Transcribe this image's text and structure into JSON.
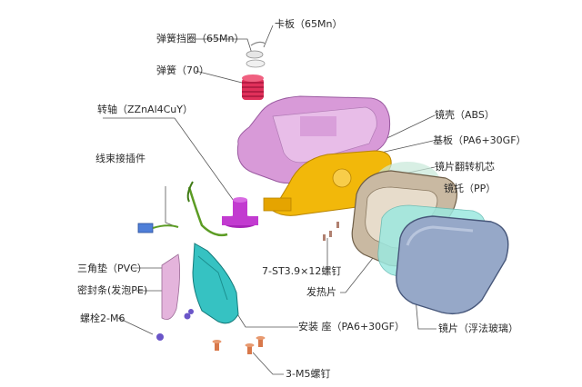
{
  "labels": {
    "spring_washer": "弹簧挡圈（65Mn）",
    "clip_plate": "卡板（65Mn）",
    "spring": "弹簧（70）",
    "shaft": "转轴（ZZnAl4CuY）",
    "mirror_shell": "镜壳（ABS）",
    "base_plate": "基板（PA6+30GF）",
    "mirror_flip_core": "镜片翻转机芯",
    "harness_plug": "线束接插件",
    "mirror_holder": "镜托（PP）",
    "screw_st": "7-ST3.9×12螺钉",
    "heater_pad": "发热片",
    "triangle_pad": "三角垫（PVC）",
    "seal_strip": "密封条(发泡PE)",
    "bolt": "螺栓2-M6",
    "mount_base": "安装 座（PA6+30GF）",
    "mirror_glass": "镜片（浮法玻璃）",
    "screw_m5": "3-M5螺钉"
  },
  "colors": {
    "shell": "#d89ad8",
    "shaft": "#c23bd0",
    "spring": "#e0305a",
    "base": "#f2b80a",
    "mount": "#36c2c2",
    "glass": "#96a8c8",
    "heater": "#9ce8e0",
    "holder": "#c9b9a2",
    "pad": "#e4b4dc",
    "wire": "#5c9c24"
  }
}
